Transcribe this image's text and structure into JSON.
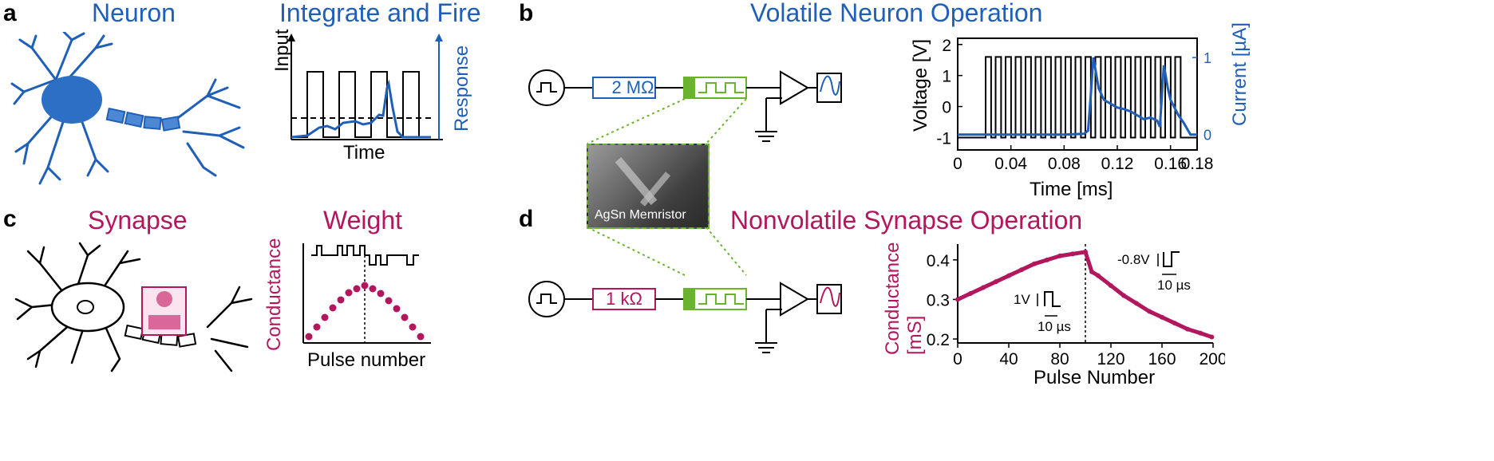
{
  "colors": {
    "blue": "#1f5fb8",
    "red": "#b2175e",
    "green": "#6ab42d",
    "black": "#000000"
  },
  "panel_a": {
    "letter": "a",
    "neuron_title": "Neuron",
    "if_title": "Integrate and Fire",
    "if_plot": {
      "ylabel_left": "Input",
      "ylabel_right": "Response",
      "xlabel": "Time"
    }
  },
  "panel_b": {
    "letter": "b",
    "title": "Volatile Neuron Operation",
    "resistor": "2 MΩ",
    "memristor_label": "AgSn Memristor"
  },
  "panel_c": {
    "letter": "c",
    "synapse_title": "Synapse",
    "weight_title": "Weight",
    "weight_plot": {
      "ylabel": "Conductance",
      "xlabel": "Pulse number"
    }
  },
  "panel_d": {
    "letter": "d",
    "title": "Nonvolatile Synapse Operation",
    "resistor": "1 kΩ",
    "inset_pos_v": "1V",
    "inset_pos_t": "10 µs",
    "inset_neg_v": "-0.8V",
    "inset_neg_t": "10 µs"
  },
  "chart_data": [
    {
      "type": "line",
      "title": "",
      "xlabel": "Time [ms]",
      "ylabel": "Voltage [V]",
      "y2label": "Current [µA]",
      "xlim": [
        0,
        0.18
      ],
      "ylim": [
        -1.4,
        2.2
      ],
      "y2lim": [
        -0.2,
        1.25
      ],
      "xticks": [
        "0",
        "0.04",
        "0.08",
        "0.12",
        "0.16",
        "0.18"
      ],
      "xtick_values": [
        0,
        0.04,
        0.08,
        0.12,
        0.16,
        0.18
      ],
      "yticks": [
        "2",
        "1",
        "0",
        "-1"
      ],
      "ytick_values": [
        2,
        1,
        0,
        -1
      ],
      "y2ticks": [
        "1",
        "0"
      ],
      "y2tick_values": [
        1,
        0
      ],
      "pulse_train": {
        "high": 1.6,
        "low": -1.0,
        "start": 0.021,
        "end": 0.17,
        "period": 0.0075,
        "duty": 0.55
      },
      "series": [
        {
          "color": "#1f5fb8",
          "axis": "right",
          "x": [
            0,
            0.02,
            0.04,
            0.06,
            0.08,
            0.095,
            0.098,
            0.1,
            0.102,
            0.106,
            0.11,
            0.115,
            0.12,
            0.125,
            0.13,
            0.14,
            0.145,
            0.15,
            0.152,
            0.155,
            0.158,
            0.16,
            0.163,
            0.166,
            0.17,
            0.175,
            0.18
          ],
          "y": [
            0.0,
            0.0,
            0.0,
            0.0,
            0.0,
            0.01,
            0.05,
            0.5,
            1.0,
            0.6,
            0.45,
            0.4,
            0.35,
            0.33,
            0.3,
            0.2,
            0.22,
            0.18,
            0.1,
            0.9,
            0.6,
            0.45,
            0.35,
            0.25,
            0.15,
            0.0,
            0.0
          ]
        }
      ]
    },
    {
      "type": "scatter",
      "title": "",
      "xlabel": "Pulse Number",
      "ylabel": "Conductance [mS]",
      "xlim": [
        0,
        200
      ],
      "ylim": [
        0.19,
        0.44
      ],
      "xticks": [
        "0",
        "40",
        "80",
        "120",
        "160",
        "200"
      ],
      "xtick_values": [
        0,
        40,
        80,
        120,
        160,
        200
      ],
      "yticks": [
        "0.4",
        "0.3",
        "0.2"
      ],
      "ytick_values": [
        0.4,
        0.3,
        0.2
      ],
      "series": [
        {
          "color": "#b2175e",
          "x": [
            0,
            10,
            20,
            30,
            40,
            50,
            60,
            70,
            80,
            90,
            100,
            105,
            110,
            120,
            130,
            140,
            150,
            160,
            170,
            180,
            190,
            199
          ],
          "y": [
            0.3,
            0.315,
            0.33,
            0.345,
            0.36,
            0.375,
            0.39,
            0.4,
            0.41,
            0.415,
            0.42,
            0.37,
            0.36,
            0.335,
            0.31,
            0.29,
            0.27,
            0.255,
            0.24,
            0.225,
            0.215,
            0.205
          ]
        }
      ]
    }
  ]
}
